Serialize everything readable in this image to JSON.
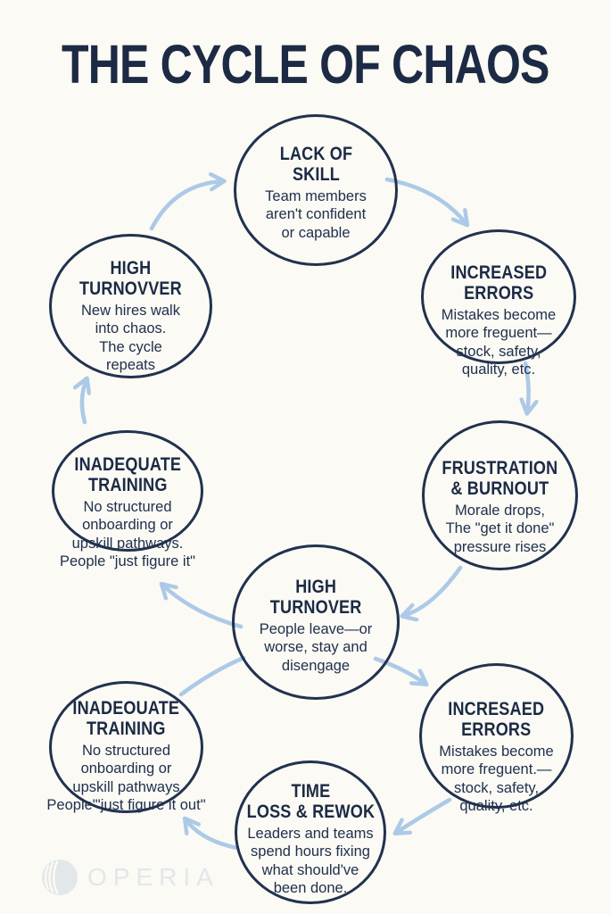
{
  "title": "THE CYCLE OF CHAOS",
  "logo": {
    "text": "OPERIA",
    "icon": "swirl-globe-icon"
  },
  "colors": {
    "background": "#fbfaf4",
    "ink": "#1d2b47",
    "circle_border": "#22314f",
    "arrow": "#accae7",
    "watermark": "#e2e7ea"
  },
  "circles": [
    {
      "id": "lack-of-skill",
      "heading": "LACK OF\nSKILL",
      "body": "Team members\naren't confident\nor capable"
    },
    {
      "id": "increased-errors",
      "heading": "INCREASED\nERRORS",
      "body": "Mistakes become\nmore freguent—\nstock, safety,\nquality, etc."
    },
    {
      "id": "frustration-burnout",
      "heading": "FRUSTRATION\n& BURNOUT",
      "body": "Morale drops,\nThe \"get it done\"\npressure rises"
    },
    {
      "id": "high-turnover",
      "heading": "HIGH\nTURNOVER",
      "body": "People leave—or\nworse, stay and\ndisengage"
    },
    {
      "id": "inadequate-training",
      "heading": "INADEQUATE\nTRAINING",
      "body": "No structured\nonboarding or\nupskill pathways.\nPeople \"just figure it\""
    },
    {
      "id": "high-turnovver",
      "heading": "HIGH\nTURNOVVER",
      "body": "New hires walk\ninto chaos.\nThe cycle\nrepeats"
    },
    {
      "id": "inadeouate-training",
      "heading": "INADEOUATE\nTRAINING",
      "body": "No structured\nonboarding or\nupskill pathways\nPeople\"'just figure it out\""
    },
    {
      "id": "time-loss-rework",
      "heading": "TIME\nLOSS & REWOK",
      "body": "Leaders and teams\nspend hours fixing\nwhat should've\nbeen done."
    },
    {
      "id": "incresaed-errors",
      "heading": "INCRESAED\nERRORS",
      "body": "Mistakes become\nmore freguent.—\nstock, safety,\nquality, etc."
    }
  ],
  "connections": [
    {
      "from": "high-turnovver",
      "to": "lack-of-skill",
      "arrowhead": true
    },
    {
      "from": "lack-of-skill",
      "to": "increased-errors",
      "arrowhead": true
    },
    {
      "from": "increased-errors",
      "to": "frustration-burnout",
      "arrowhead": true
    },
    {
      "from": "frustration-burnout",
      "to": "high-turnover",
      "arrowhead": true
    },
    {
      "from": "high-turnover",
      "to": "inadequate-training",
      "arrowhead": true
    },
    {
      "from": "inadequate-training",
      "to": "high-turnovver",
      "arrowhead": true
    },
    {
      "from": "high-turnover",
      "to": "incresaed-errors",
      "arrowhead": true
    },
    {
      "from": "incresaed-errors",
      "to": "time-loss-rework",
      "arrowhead": true
    },
    {
      "from": "time-loss-rework",
      "to": "inadeouate-training",
      "arrowhead": true
    },
    {
      "from": "inadeouate-training",
      "to": "high-turnover",
      "arrowhead": false
    }
  ]
}
